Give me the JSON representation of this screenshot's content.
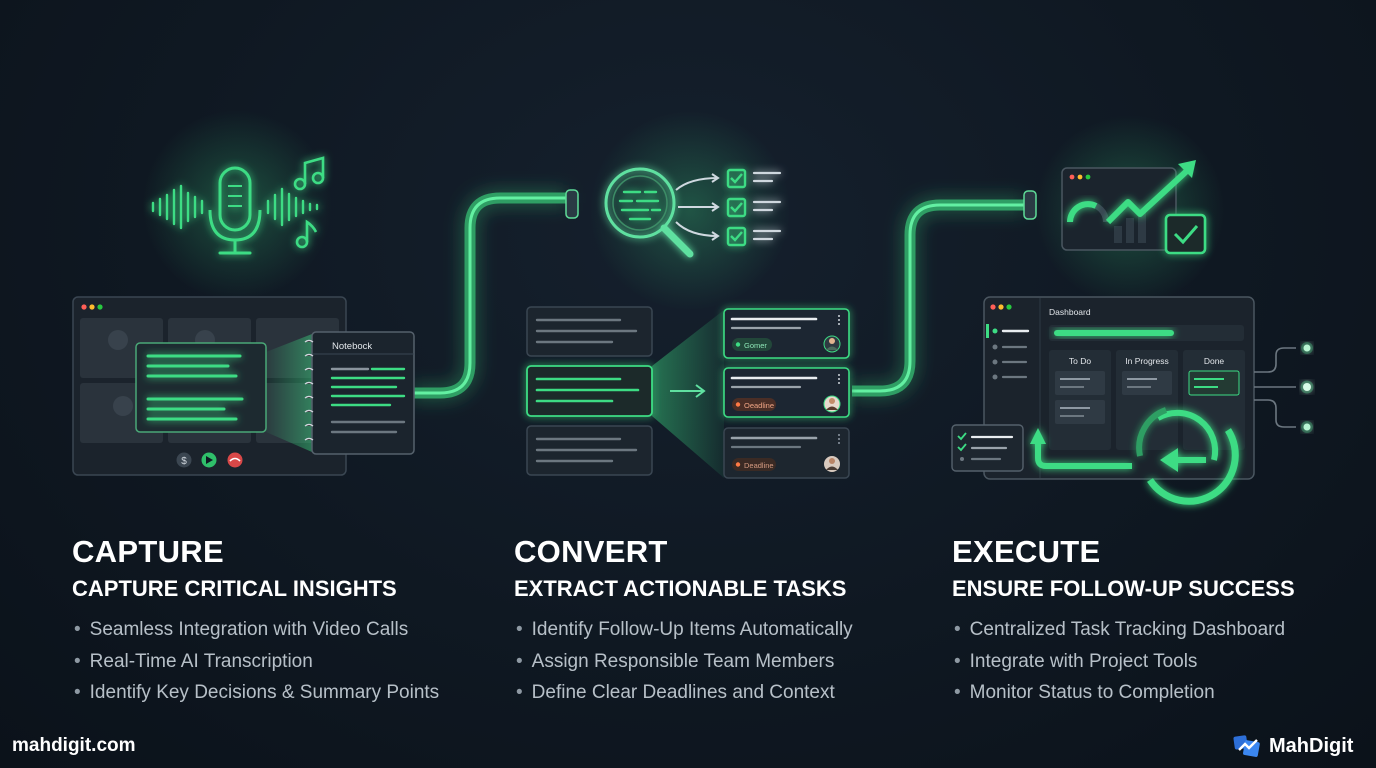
{
  "stages": [
    {
      "title": "CAPTURE",
      "subtitle": "CAPTURE CRITICAL INSIGHTS",
      "bullets": [
        "Seamless Integration with Video Calls",
        "Real-Time AI Transcription",
        "Identify Key Decisions & Summary Points"
      ],
      "notebook_label": "Notebock"
    },
    {
      "title": "CONVERT",
      "subtitle": "EXTRACT ACTIONABLE TASKS",
      "bullets": [
        "Identify Follow-Up Items Automatically",
        "Assign Responsible Team Members",
        "Define Clear Deadlines and Context"
      ],
      "task_tags": [
        "Gomer",
        "Oeadline",
        "Deadline"
      ]
    },
    {
      "title": "EXECUTE",
      "subtitle": "ENSURE FOLLOW-UP SUCCESS",
      "bullets": [
        "Centralized Task Tracking Dashboard",
        "Integrate with Project Tools",
        "Monitor Status to Completion"
      ],
      "dashboard_title": "Dashboard",
      "columns": [
        "To Do",
        "In Progress",
        "Done"
      ]
    }
  ],
  "call_controls": [
    "$"
  ],
  "footer": {
    "site": "mahdigit.com",
    "brand": "MahDigit"
  },
  "colors": {
    "accent": "#3ddc84",
    "background": "#0f1822",
    "panel": "#1b242e"
  },
  "icons": [
    "microphone-icon",
    "music-note-icon",
    "magnifier-icon",
    "checklist-icon",
    "trend-chart-icon",
    "refresh-cycle-icon",
    "mahdigit-logo-icon"
  ]
}
